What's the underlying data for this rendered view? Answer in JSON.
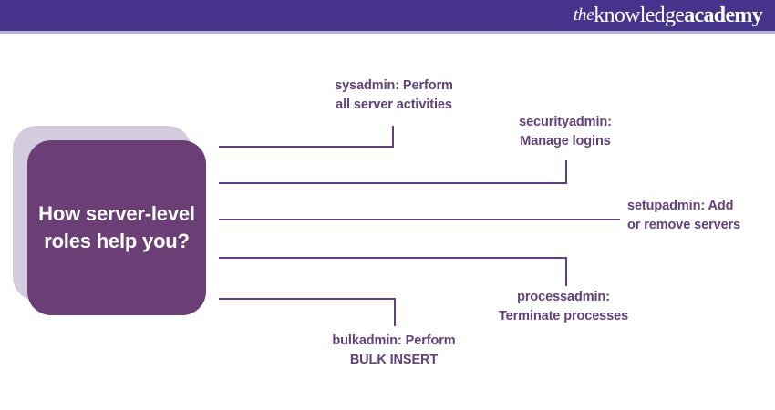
{
  "header": {
    "brand_the": "the",
    "brand_knowledge": "knowledge",
    "brand_academy": "academy",
    "bar_color": "#45338C",
    "underline_color": "#BDAFD6"
  },
  "diagram": {
    "central_node": {
      "label": "How server-level roles help you?",
      "fill_color": "#6B3E75",
      "shadow_color": "#D5CBDF",
      "text_color": "#FFFFFF"
    },
    "line_color": "#62417A",
    "branches": [
      {
        "id": "sysadmin",
        "line1": "sysadmin: Perform",
        "line2": "all server activities",
        "align": "center",
        "elbow": "up"
      },
      {
        "id": "securityadmin",
        "line1": "securityadmin:",
        "line2": "Manage logins",
        "align": "center",
        "elbow": "up"
      },
      {
        "id": "setupadmin",
        "line1": "setupadmin: Add",
        "line2": "or remove servers",
        "align": "left",
        "elbow": "straight"
      },
      {
        "id": "processadmin",
        "line1": "processadmin:",
        "line2": "Terminate processes",
        "align": "center",
        "elbow": "down"
      },
      {
        "id": "bulkadmin",
        "line1": "bulkadmin: Perform",
        "line2": "BULK INSERT",
        "align": "center",
        "elbow": "down"
      }
    ]
  }
}
